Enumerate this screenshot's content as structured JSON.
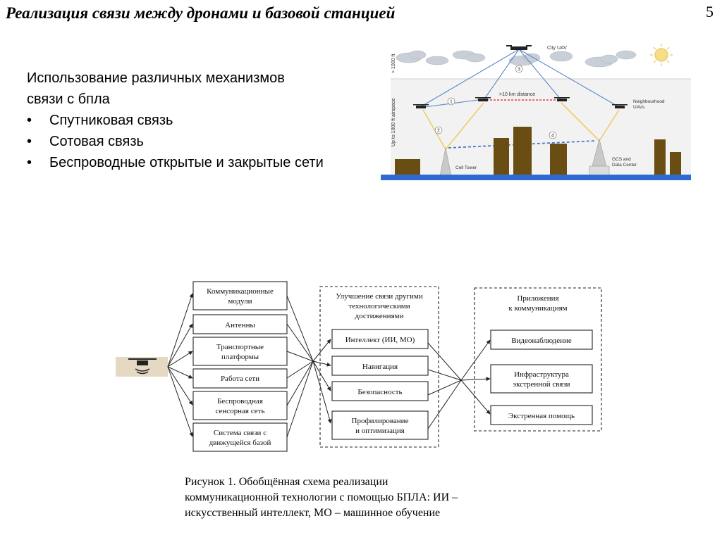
{
  "slide": {
    "title": "Реализация связи между дронами и базовой станцией",
    "page_number": "5"
  },
  "intro": {
    "line1": "Использование различных механизмов",
    "line2": "связи с бпла",
    "bullets": [
      "Спутниковая связь",
      "Сотовая связь",
      "Беспроводные открытые и закрытые сети"
    ]
  },
  "scene": {
    "city_uav": "City UAV",
    "above_1000": "> 1000 ft",
    "up_to_1000": "Up to 1000 ft airspace",
    "distance": ">10 km distance",
    "neighbour": [
      "Neighbourhood",
      "UAVs"
    ],
    "cell_tower": "Cell Tower",
    "gcs": [
      "GCS and",
      "Data Center"
    ],
    "markers": [
      "1",
      "2",
      "3",
      "4"
    ]
  },
  "diagram": {
    "modules": [
      [
        "Коммуникационные",
        "модули"
      ],
      [
        "Антенны"
      ],
      [
        "Транспортные",
        "платформы"
      ],
      [
        "Работа сети"
      ],
      [
        "Беспроводная",
        "сенсорная сеть"
      ],
      [
        "Система связи с",
        "движущейся базой"
      ]
    ],
    "improvement_title": [
      "Улучшение связи другими",
      "технологическими",
      "достижениями"
    ],
    "improvements": [
      [
        "Интеллект (ИИ, МО)"
      ],
      [
        "Навигация"
      ],
      [
        "Безопасность"
      ],
      [
        "Профилирование",
        "и оптимизация"
      ]
    ],
    "apps_title": [
      "Приложения",
      "к коммуникациям"
    ],
    "apps": [
      [
        "Видеонаблюдение"
      ],
      [
        "Инфраструктура",
        "экстренной связи"
      ],
      [
        "Экстренная помощь"
      ]
    ]
  },
  "caption": {
    "line1": "Рисунок 1. Обобщённая схема реализации",
    "line2": "коммуникационной технологии с помощью БПЛА: ИИ –",
    "line3": "искусственный интеллект, МО – машинное обучение"
  }
}
